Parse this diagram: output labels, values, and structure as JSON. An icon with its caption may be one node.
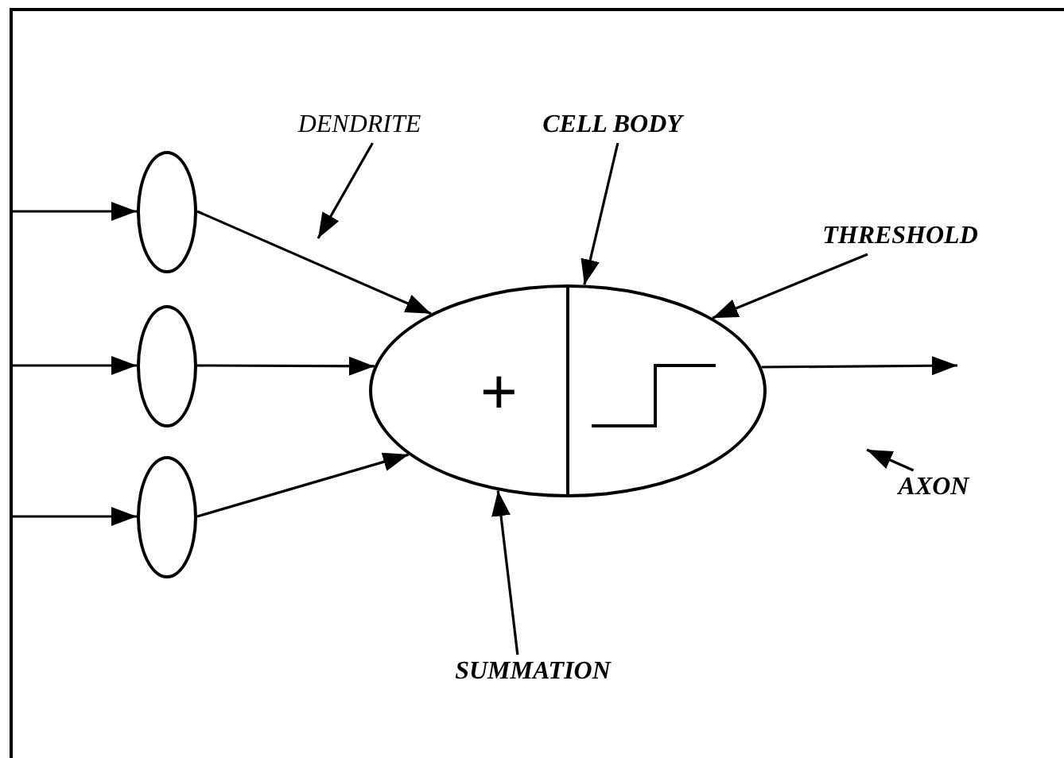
{
  "diagram": {
    "nodes": [
      {
        "text": [],
        "shape": "ellipse"
      },
      {
        "text": [],
        "shape": "ellipse"
      },
      {
        "text": [],
        "shape": "ellipse"
      },
      {
        "text": [
          "+"
        ]
      },
      {
        "text": [
          "DENDRITE"
        ]
      },
      {
        "text": [
          "CELL BODY"
        ]
      },
      {
        "text": [
          "THRESHOLD"
        ]
      },
      {
        "text": [
          "AXON"
        ]
      },
      {
        "text": [
          "SUMMATION"
        ]
      }
    ],
    "edges": [
      {
        "from": null,
        "to": 0,
        "arrow": "to"
      },
      {
        "from": null,
        "to": 1,
        "arrow": "to"
      },
      {
        "from": null,
        "to": 2,
        "arrow": "to"
      },
      {
        "from": 0,
        "to": 3,
        "arrow": "to"
      },
      {
        "from": 1,
        "to": 3,
        "arrow": "to"
      },
      {
        "from": 2,
        "to": 3,
        "arrow": "to"
      },
      {
        "from": 3,
        "to": null,
        "arrow": "to"
      },
      {
        "from": 4,
        "to": null,
        "arrow": "to"
      },
      {
        "from": 5,
        "to": 3,
        "arrow": "to"
      },
      {
        "from": 6,
        "to": 3,
        "arrow": "to"
      },
      {
        "from": 7,
        "to": null,
        "arrow": "to"
      },
      {
        "from": 8,
        "to": 3,
        "arrow": "to"
      }
    ]
  }
}
